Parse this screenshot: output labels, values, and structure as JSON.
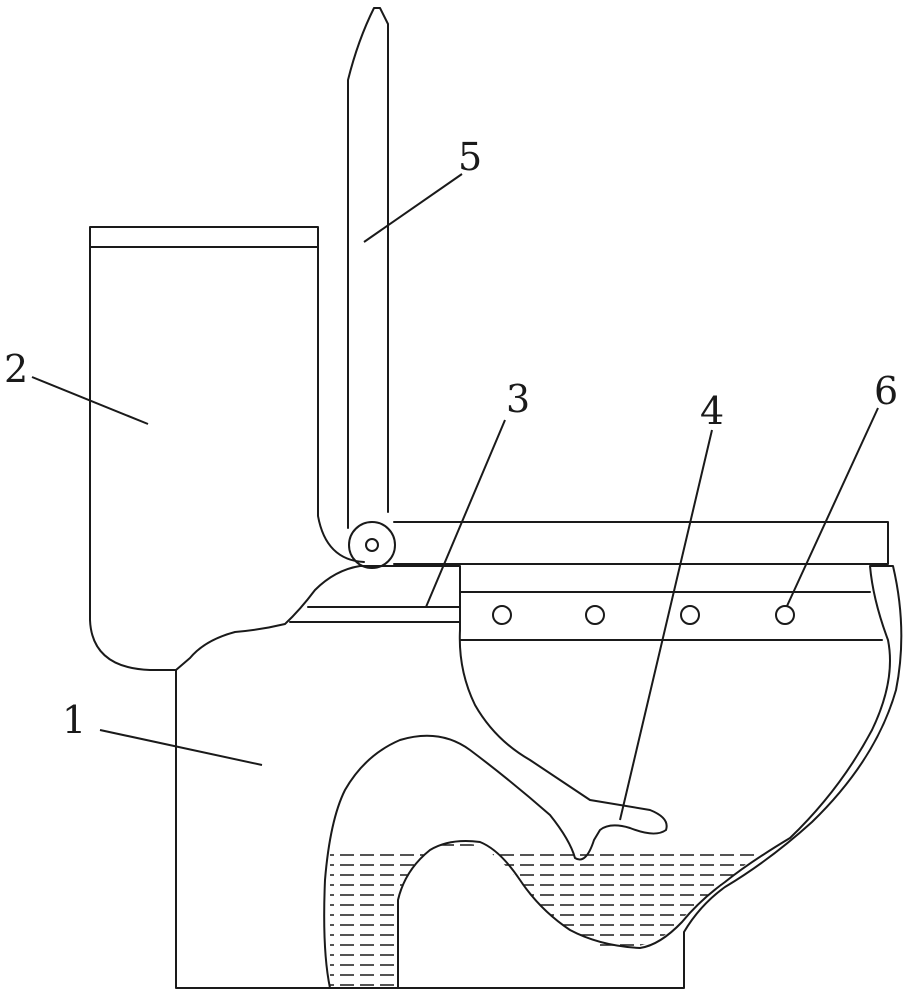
{
  "figure": {
    "labels": {
      "base": "1",
      "tank": "2",
      "channel": "3",
      "nozzle": "4",
      "lid": "5",
      "rim_holes": "6"
    }
  },
  "colors": {
    "line": "#1a1a1a",
    "background": "#ffffff"
  }
}
